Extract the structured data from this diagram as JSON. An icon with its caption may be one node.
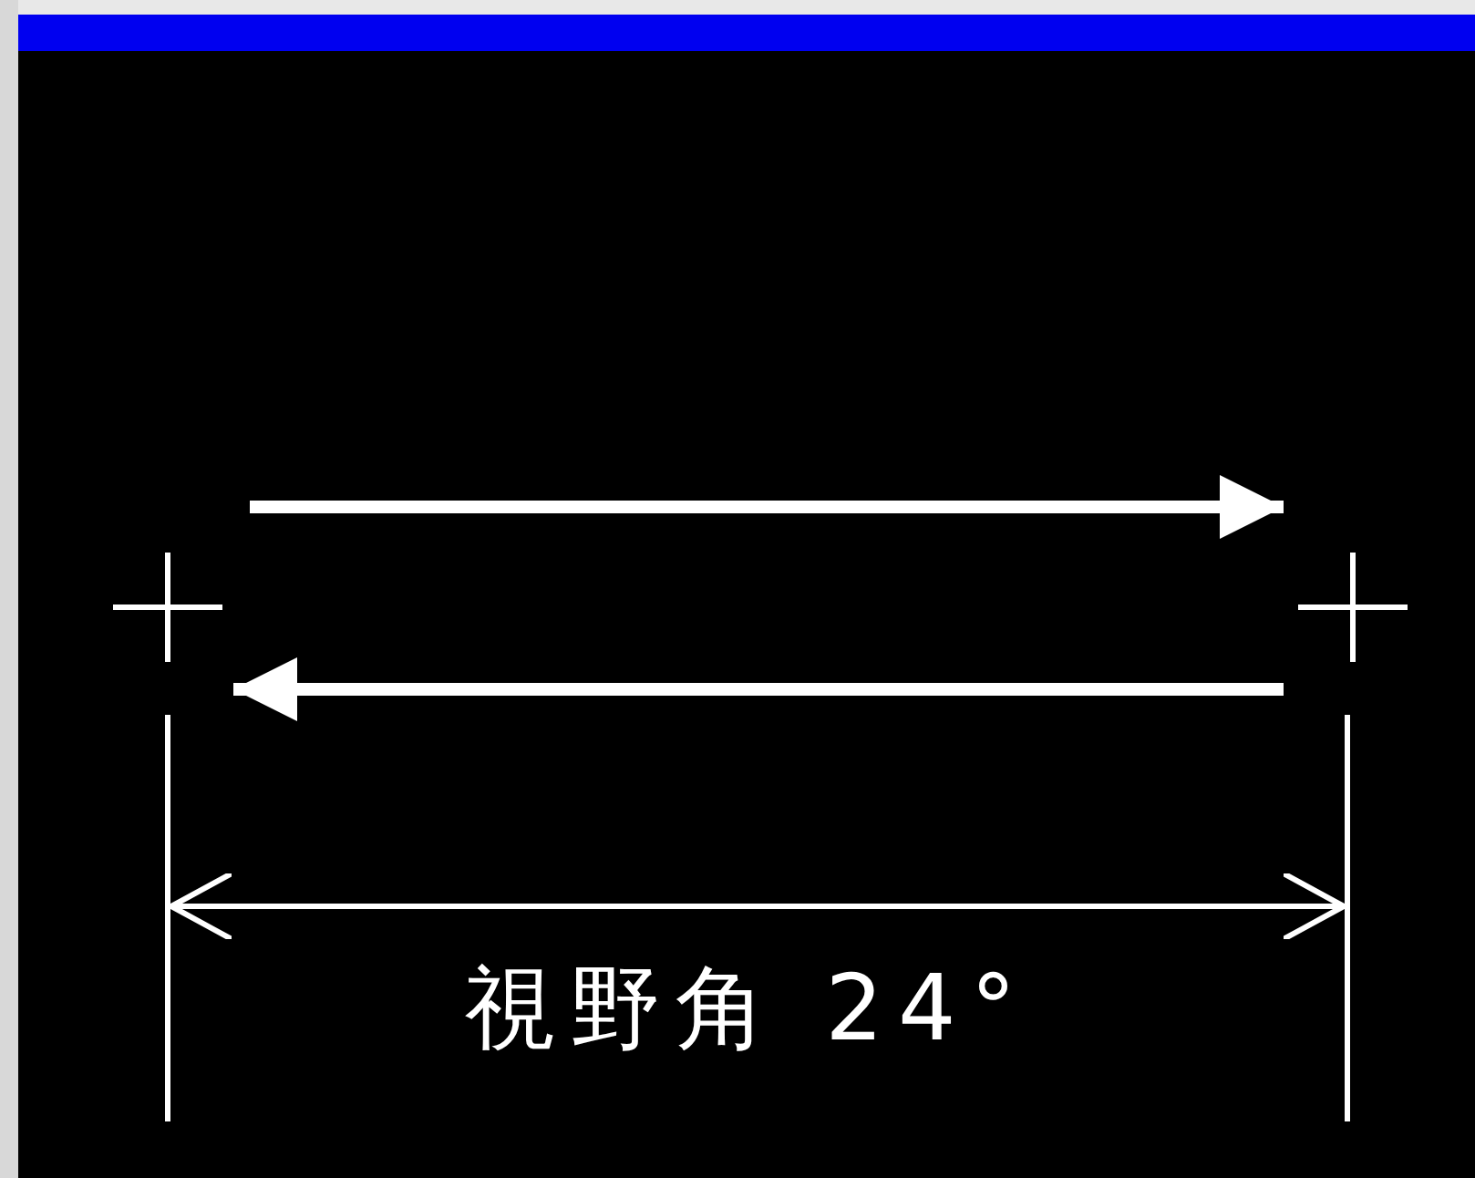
{
  "diagram": {
    "nodes": [
      {
        "text": [],
        "shape": "cross"
      },
      {
        "text": [],
        "shape": "cross"
      }
    ],
    "edges": [
      {
        "from": 0,
        "to": 1,
        "arrow": "to"
      },
      {
        "from": 1,
        "to": 0,
        "arrow": "to"
      }
    ],
    "labels": [
      "視野角 24°"
    ]
  }
}
